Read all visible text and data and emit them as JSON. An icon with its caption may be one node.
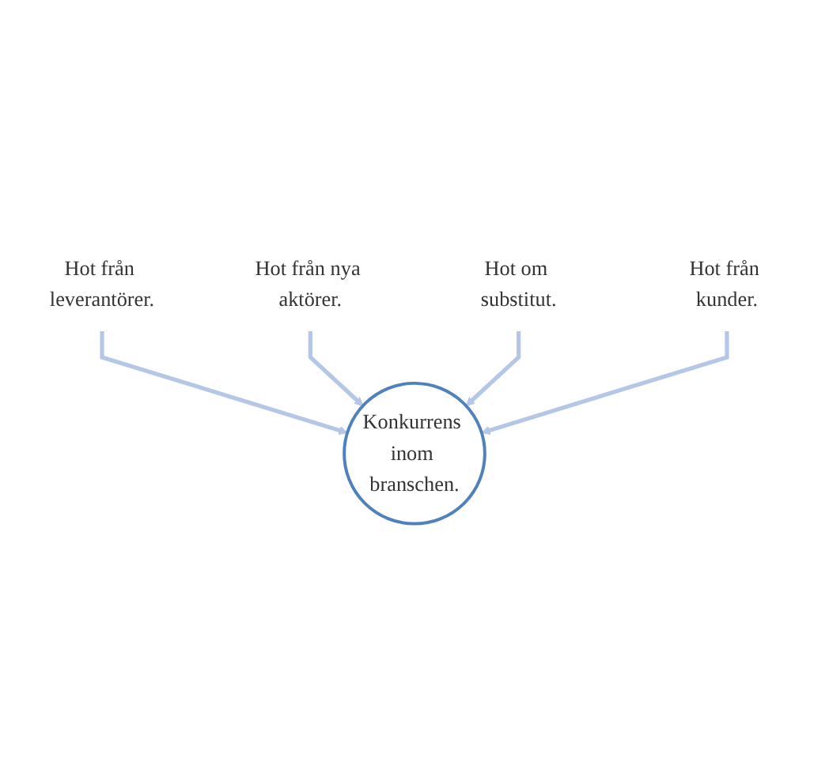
{
  "diagram": {
    "nodes": [
      {
        "text": [
          "Hot från leverantörer."
        ]
      },
      {
        "text": [
          "Hot från nya aktörer."
        ]
      },
      {
        "text": [
          "Konkurrens inom branschen."
        ]
      },
      {
        "text": [
          "Hot om substitut."
        ]
      },
      {
        "text": [
          "Hot från kunder."
        ]
      }
    ],
    "edges": [
      {
        "from": 0,
        "to": 2,
        "arrow": "to"
      },
      {
        "from": 1,
        "to": 2,
        "arrow": "to"
      },
      {
        "from": 3,
        "to": 2,
        "arrow": "to"
      },
      {
        "from": 4,
        "to": 2,
        "arrow": "to"
      }
    ]
  }
}
